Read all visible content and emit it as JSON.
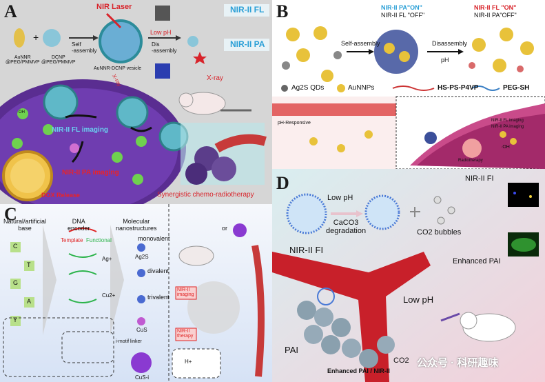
{
  "panels": {
    "A": {
      "letter": "A",
      "left_mat": "AuNNR\n@PEG/PMMVP",
      "plus": "+",
      "dcnp": "DCNP\n@PEG/PMMVP",
      "self_assembly": "Self\n-assembly",
      "vesicle": "AuNNR-DCNP vesicle",
      "nir_laser": "NIR Laser",
      "low_ph": "Low pH",
      "dis_assembly": "Dis\n-assembly",
      "nir2_fl": "NIR-II FL",
      "nir2_pa": "NIR-II PA",
      "xray": "X-ray",
      "xray_small": "X-ray",
      "oh": "·OH",
      "fl_imaging": "NIR-II FL imaging",
      "pa_imaging": "NIR-II PA imaging",
      "dox": "DOX Release",
      "synergy": "Synergistic chemo-radiotherapy"
    },
    "B": {
      "letter": "B",
      "pa_on": "NIR-II PA\"ON\"",
      "fl_off": "NIR-II FL \"OFF\"",
      "self_assembly": "Self-assembly",
      "disassembly": "Disassembly",
      "ph": "pH",
      "fl_on": "NIR-II FL \"ON\"",
      "pa_off": "NIR-II PA\"OFF\"",
      "legend": [
        "Ag2S QDs",
        "AuNNPs",
        "HS-PS-P4VP",
        "PEG-SH"
      ],
      "ph_responsive": "pH-Responsive",
      "fl_img": "NIR-II FL imaging",
      "pa_img": "NIR-II PA imaging",
      "radiotherapy": "Radiotherapy",
      "oh": "·OH"
    },
    "C": {
      "letter": "C",
      "col1": "Natural/artificial\nbase",
      "col2": "DNA\nencoder",
      "col3": "Molecular\nnanostructures",
      "template": "Template",
      "functional": "Functional",
      "bases": [
        "C",
        "T",
        "G",
        "A",
        "Y"
      ],
      "monovalent": "monovalent",
      "divalent": "divalent",
      "trivalent": "trivalent",
      "ag": "Ag+",
      "cu": "Cu2+",
      "ag2s": "Ag2S",
      "cus": "CuS",
      "imotif": "i-motif linker",
      "cusi": "CuS-i",
      "or": "or",
      "nir_imaging": "NIR-II\nimaging",
      "nir_therapy": "NIR-II\ntherapy",
      "h": "H+"
    },
    "D": {
      "letter": "D",
      "low_ph": "Low pH",
      "caco3": "CaCO3\ndegradation",
      "co2_bubbles": "CO2 bubbles",
      "nir_fi_top": "NIR-II FI",
      "enhanced_pai": "Enhanced PAI",
      "nir_fi": "NIR-II FI",
      "low_ph2": "Low pH",
      "pai": "PAI",
      "enhanced_pai_nir": "Enhanced PAI / NIR-II",
      "co2": "CO2",
      "watermark": "公众号 · 科研趣味"
    }
  },
  "colors": {
    "panelA_bg": "#d9d9d9",
    "panelB_bg": "#ffffff",
    "panelC_bg": "#f5f7fb",
    "panelD_bg": "#f3e6ea",
    "cell_purple": "#4a2a8a",
    "nir_red": "#d8232a",
    "nir_blue": "#2a9fd6",
    "gold": "#e8b923"
  }
}
